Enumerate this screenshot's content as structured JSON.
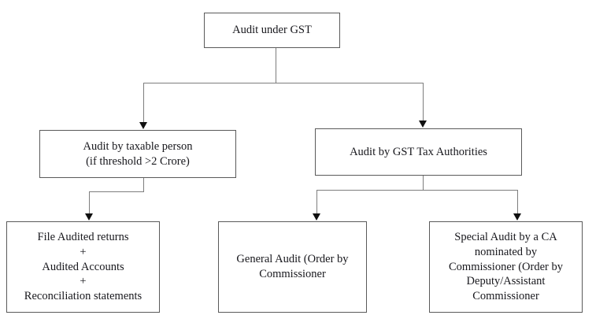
{
  "diagram": {
    "title": "Audit under GST flowchart",
    "background_color": "#ffffff",
    "box_border_color": "#5a5a5a",
    "connector_color": "#7d7d7d",
    "arrow_color": "#101010",
    "nodes": {
      "root": "Audit under GST",
      "taxable_person": "Audit by taxable person\n(if threshold >2 Crore)",
      "tax_authorities": "Audit by GST Tax Authorities",
      "file_audited_returns": "File Audited returns\n+\nAudited Accounts\n+\nReconciliation statements",
      "general_audit": "General Audit (Order by\nCommissioner",
      "special_audit": "Special Audit by a CA\nnominated by\nCommissioner (Order by\nDeputy/Assistant\nCommissioner"
    }
  }
}
